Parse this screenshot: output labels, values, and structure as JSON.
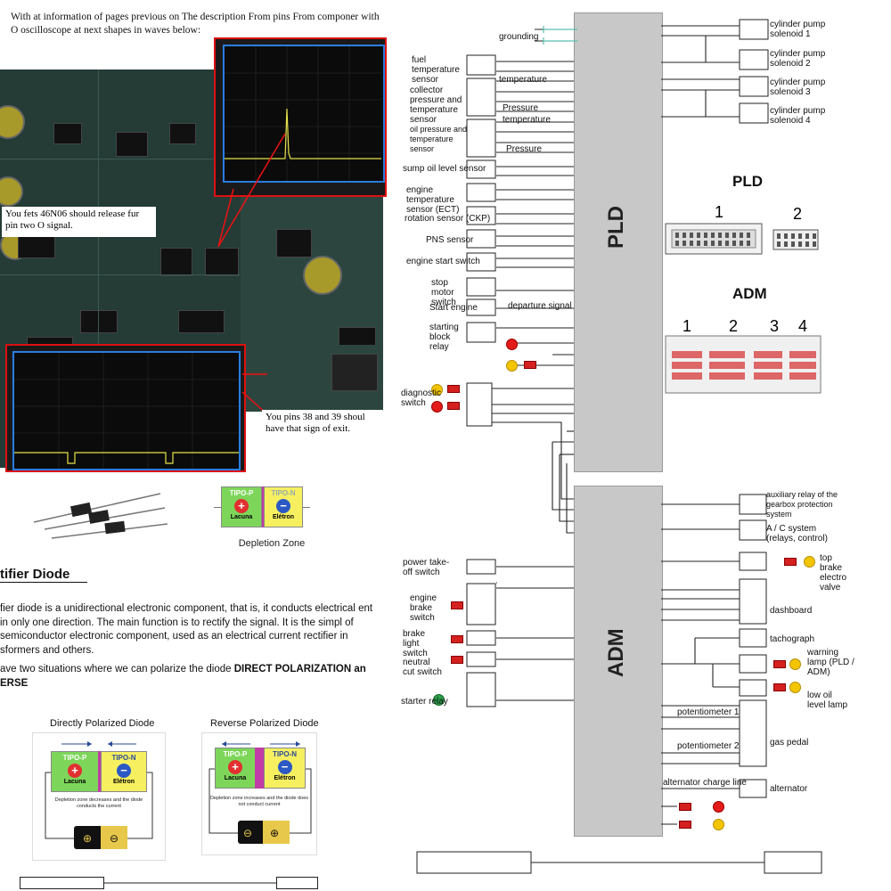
{
  "left": {
    "intro": "With at information of pages previous on The description From pins From componer with O oscilloscope at next shapes in waves below:",
    "note_fet": "You fets 46N06 should release fur pin two O signal.",
    "note_pins": "You pins 38 and 39 shoul have that sign of exit.",
    "pn_top": {
      "p_label": "TIPO-P",
      "n_label": "TIPO-N",
      "p_sub": "Lacuna",
      "n_sub": "Elétron"
    },
    "depletion_zone_label": "Depletion Zone",
    "section_title": "tifier Diode",
    "paragraph1": "fier diode is a unidirectional electronic component, that is, it conducts electrical ent in only one direction. The main function is to rectify the signal. It is the simpl of semiconductor electronic component, used as an electrical current rectifier in sformers and others.",
    "paragraph2_plain": "ave two situations where we can polarize the diode ",
    "paragraph2_bold": "DIRECT POLARIZATION an ERSE",
    "direct_caption": "Directly Polarized Diode",
    "reverse_caption": "Reverse Polarized Diode",
    "direct_pn": {
      "p_label": "TIPO-P",
      "n_label": "TIPO-N",
      "p_sub": "Lacuna",
      "n_sub": "Elétron",
      "note": "Depletion zone decreases and the diode conducts the current"
    },
    "reverse_pn": {
      "p_label": "TIPO-P",
      "n_label": "TIPO-N",
      "p_sub": "Lacuna",
      "n_sub": "Elétron",
      "note": "Depletion zone increases and the diode does not conduct current"
    }
  },
  "right": {
    "pld_label": "PLD",
    "adm_label": "ADM",
    "pld_heading": "PLD",
    "adm_heading": "ADM",
    "pld_conn_1": "1",
    "pld_conn_2": "2",
    "adm_conn": [
      "1",
      "2",
      "3",
      "4"
    ],
    "pld_inputs": [
      "grounding",
      "fuel temperature sensor",
      "collector pressure and temperature sensor",
      "oil pressure and temperature sensor",
      "sump oil level sensor",
      "engine temperature sensor (ECT)",
      "rotation sensor (CKP)",
      "PNS sensor",
      "engine start switch",
      "stop motor switch",
      "Start engine",
      "starting block relay",
      "diagnostic switch"
    ],
    "pld_signal_labels": [
      "temperature",
      "Pressure",
      "temperature",
      "Pressure",
      "departure signal"
    ],
    "pld_outputs": [
      "cylinder pump solenoid 1",
      "cylinder pump solenoid 2",
      "cylinder pump solenoid 3",
      "cylinder pump solenoid 4"
    ],
    "adm_inputs": [
      "power take-off switch",
      "engine brake switch",
      "brake light switch",
      "neutral cut switch",
      "starter relay"
    ],
    "adm_outputs": [
      "auxiliary relay of the gearbox protection system",
      "A / C system (relays, control)",
      "top brake electro valve",
      "dashboard",
      "tachograph",
      "warning lamp (PLD / ADM)",
      "low oil level lamp",
      "gas pedal",
      "alternator"
    ],
    "adm_signal_labels": [
      "potentiometer 1",
      "potentiometer 2",
      "alternator charge line"
    ]
  }
}
